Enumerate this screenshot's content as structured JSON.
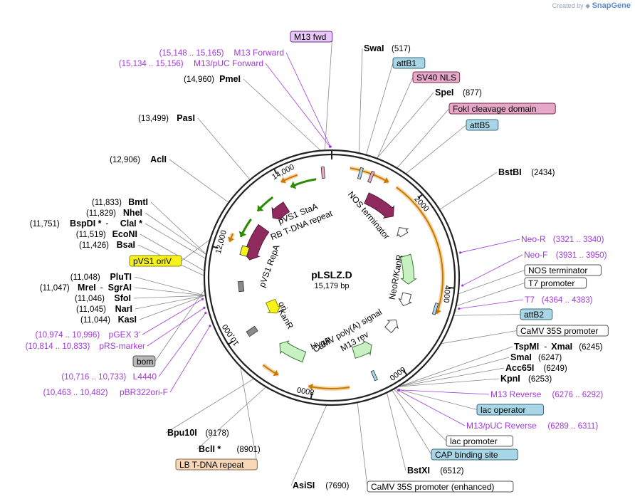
{
  "watermark": {
    "prefix": "Created by",
    "brand": "SnapGene"
  },
  "plasmid": {
    "name": "pLSLZ.D",
    "length": "15,179 bp"
  },
  "colors": {
    "purple": "#a03ad6",
    "enzyme": "#000000",
    "backbone": "#222222",
    "primer_fill": "#e8c8f6",
    "tag_fill": "#e6a8c8",
    "blue_fill": "#a8d6e6",
    "yellow_fill": "#f6f21a",
    "orange_fill": "#f6d8b8",
    "grey_fill": "#b8b8b8"
  },
  "ticks": [
    "2000",
    "4000",
    "6000",
    "8000",
    "10,000",
    "12,000",
    "14,000"
  ],
  "enzymes": [
    {
      "name": "SwaI",
      "pos": "(517)"
    },
    {
      "name": "SpeI",
      "pos": "(877)"
    },
    {
      "name": "BstBI",
      "pos": "(2434)"
    },
    {
      "name": "TspMI",
      "name2": "XmaI",
      "pos": "(6245)"
    },
    {
      "name": "SmaI",
      "pos": "(6247)"
    },
    {
      "name": "Acc65I",
      "pos": "(6249)"
    },
    {
      "name": "KpnI",
      "pos": "(6253)"
    },
    {
      "name": "BstXI",
      "pos": "(6512)"
    },
    {
      "name": "AsiSI",
      "pos": "(7690)"
    },
    {
      "name": "BclI *",
      "pos": "(8901)"
    },
    {
      "name": "Bpu10I",
      "pos": "(9178)"
    },
    {
      "name": "KasI",
      "pos": "(11,044)"
    },
    {
      "name": "NarI",
      "pos": "(11,045)"
    },
    {
      "name": "SfoI",
      "pos": "(11,046)"
    },
    {
      "name": "MreI",
      "name2": "SgrAI",
      "pos": "(11,047)"
    },
    {
      "name": "PluTI",
      "pos": "(11,048)"
    },
    {
      "name": "BsaI",
      "pos": "(11,426)"
    },
    {
      "name": "EcoNI",
      "pos": "(11,519)"
    },
    {
      "name": "BspDI *",
      "name2": "ClaI *",
      "pos": "(11,751)"
    },
    {
      "name": "NheI",
      "pos": "(11,829)"
    },
    {
      "name": "BmtI",
      "pos": "(11,833)"
    },
    {
      "name": "AclI",
      "pos": "(12,906)"
    },
    {
      "name": "PasI",
      "pos": "(13,499)"
    },
    {
      "name": "PmeI",
      "pos": "(14,960)"
    }
  ],
  "primers": [
    {
      "name": "M13 Forward",
      "range": "(15,148 .. 15,165)"
    },
    {
      "name": "M13/pUC Forward",
      "range": "(15,134 .. 15,156)"
    },
    {
      "name": "Neo-R",
      "range": "(3321 .. 3340)"
    },
    {
      "name": "Neo-F",
      "range": "(3931 .. 3950)"
    },
    {
      "name": "T7",
      "range": "(4364 .. 4383)"
    },
    {
      "name": "M13 Reverse",
      "range": "(6276 .. 6292)"
    },
    {
      "name": "M13/pUC Reverse",
      "range": "(6289 .. 6311)"
    },
    {
      "name": "pGEX 3'",
      "range": "(10,974 .. 10,996)"
    },
    {
      "name": "pRS-marker",
      "range": "(10,814 .. 10,833)"
    },
    {
      "name": "L4440",
      "range": "(10,716 .. 10,733)"
    },
    {
      "name": "pBR322ori-F",
      "range": "(10,463 .. 10,482)"
    }
  ],
  "boxed_features": [
    {
      "label": "M13 fwd",
      "style": "primer"
    },
    {
      "label": "attB1",
      "style": "blue"
    },
    {
      "label": "SV40 NLS",
      "style": "tag"
    },
    {
      "label": "FokI cleavage domain",
      "style": "tag"
    },
    {
      "label": "attB5",
      "style": "blue"
    },
    {
      "label": "NOS terminator",
      "style": "white"
    },
    {
      "label": "T7 promoter",
      "style": "white"
    },
    {
      "label": "attB2",
      "style": "blue"
    },
    {
      "label": "CaMV 35S promoter",
      "style": "white"
    },
    {
      "label": "lac operator",
      "style": "blue"
    },
    {
      "label": "lac promoter",
      "style": "white"
    },
    {
      "label": "CAP binding site",
      "style": "blue"
    },
    {
      "label": "CaMV 35S promoter (enhanced)",
      "style": "white"
    },
    {
      "label": "LB T-DNA repeat",
      "style": "orange"
    },
    {
      "label": "bom",
      "style": "grey"
    },
    {
      "label": "pVS1 oriV",
      "style": "yellow"
    }
  ],
  "inner_labels": [
    "pVS1 StaA",
    "RB T-DNA repeat",
    "NOS terminator",
    "pVS1 RepA",
    "NeoR/KanR",
    "ori",
    "KanR",
    "CaMV poly(A) signal",
    "M13 rev",
    "HygR"
  ]
}
